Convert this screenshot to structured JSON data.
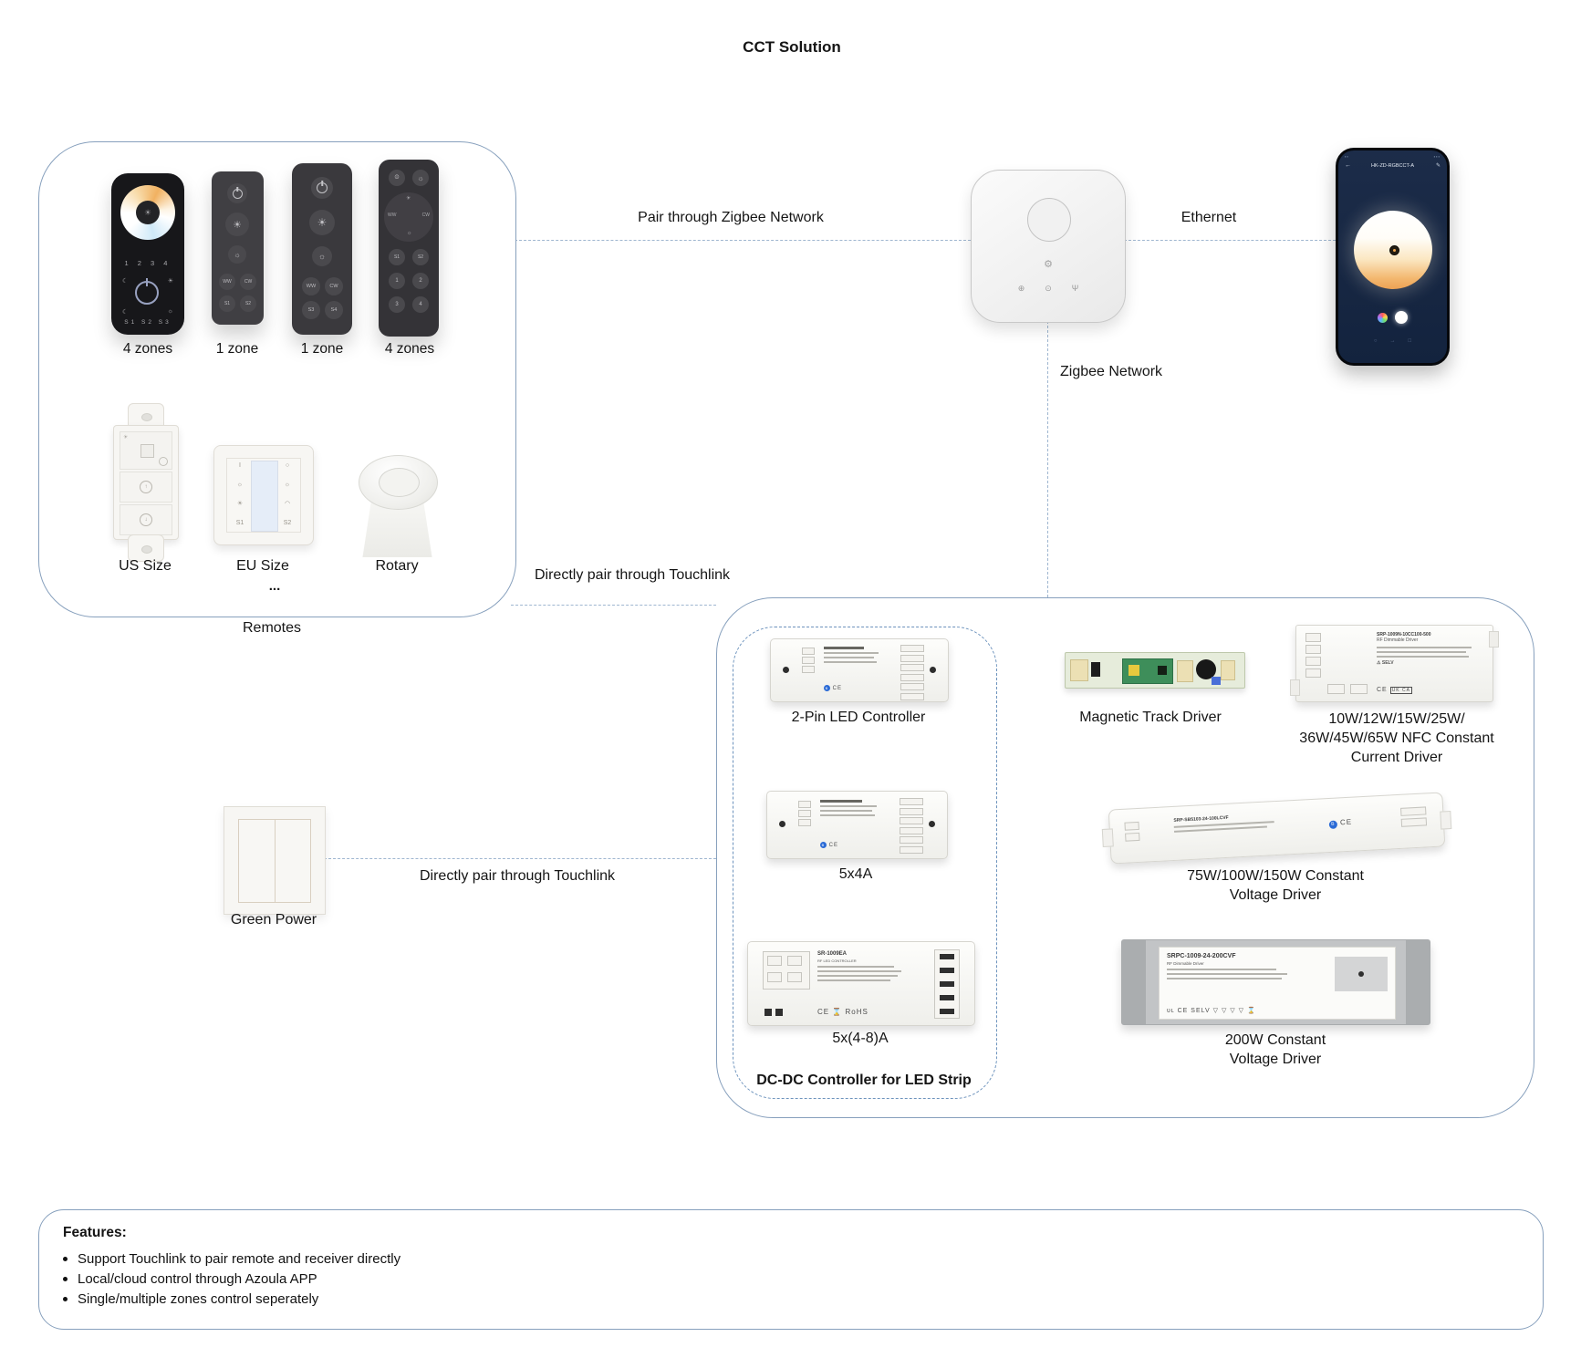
{
  "title": "CCT Solution",
  "colors": {
    "frame_border": "#87a0bd",
    "dash_line": "#9fb6d0",
    "phone_screen": "#17273f",
    "cct_warm": "#f0a54e",
    "pcb_green": "#3e8e5a"
  },
  "connections": {
    "pair_zigbee": "Pair through Zigbee Network",
    "ethernet": "Ethernet",
    "zigbee_network": "Zigbee Network",
    "touchlink_remote": "Directly pair through Touchlink",
    "touchlink_greenpower": "Directly pair through Touchlink"
  },
  "remotes_group": {
    "label": "Remotes",
    "more": "...",
    "zone_labels": [
      "4 zones",
      "1 zone",
      "1 zone",
      "4 zones"
    ],
    "touch_remote": {
      "zone_numbers": "1  2  3  4",
      "scene_buttons": "S1  S2  S3"
    },
    "remote_1zone_a": {
      "ww": "WW",
      "cw": "CW",
      "s1": "S1",
      "s2": "S2"
    },
    "remote_1zone_b": {
      "ww": "WW",
      "cw": "CW",
      "s3": "S3",
      "s4": "S4"
    },
    "remote_4zone": {
      "ww": "WW",
      "cw": "CW",
      "s1": "S1",
      "s2": "S2",
      "n1": "1",
      "n2": "2",
      "n3": "3",
      "n4": "4"
    },
    "wall_labels": [
      "US Size",
      "EU Size",
      "Rotary"
    ],
    "eu_keys": {
      "l1": "I",
      "l2": "☼",
      "l3": "☀",
      "l4": "S1",
      "r1": "○",
      "r2": "☼",
      "r3": "◠",
      "r4": "S2"
    }
  },
  "phone": {
    "app_title": "HK-ZD-RGBCCT-A"
  },
  "green_power": {
    "label": "Green Power"
  },
  "receivers": {
    "dcdc_label": "DC-DC Controller for LED Strip",
    "captions": {
      "pin2": "2-Pin LED Controller",
      "track": "Magnetic Track  Driver",
      "nfc_l1": "10W/12W/15W/25W/",
      "nfc_l2": "36W/45W/65W NFC Constant",
      "nfc_l3": "Current Driver",
      "a5x4": "5x4A",
      "cv150_l1": "75W/100W/150W Constant",
      "cv150_l2": "Voltage Driver",
      "a5x48": "5x(4-8)A",
      "cv200_l1": "200W Constant",
      "cv200_l2": "Voltage Driver"
    },
    "device_text": {
      "sr1009ea": "SR-1009EA",
      "sr1009ea_sub": "RF LED CONTROLLER",
      "rohs": "RoHS",
      "srpc200": "SRPC-1009-24-200CVF",
      "srpc200_sub": "RF Dimmable Driver",
      "bar_model": "SRP-SB5103-24-100LCVF",
      "nfc_model": "SRP-1009N-10CC100-500",
      "nfc_sub": "RF Dimmable Driver",
      "selv": "SELV",
      "ce": "CE",
      "ukca": "UK CA",
      "bt": "B"
    }
  },
  "features": {
    "heading": "Features:",
    "items": [
      "Support Touchlink to pair remote and receiver directly",
      "Local/cloud control through Azoula APP",
      "Single/multiple zones control seperately"
    ]
  }
}
